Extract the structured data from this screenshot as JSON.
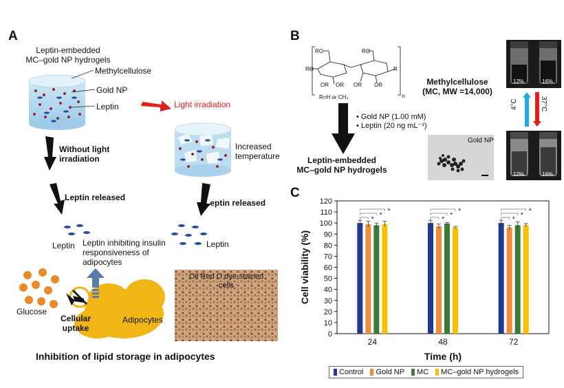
{
  "panelA": {
    "letter": "A",
    "hydrogel_title_1": "Leptin-embedded",
    "hydrogel_title_2": "MC–gold NP hydrogels",
    "label_methylcellulose": "Methylcellulose",
    "label_gold_np": "Gold NP",
    "label_leptin": "Leptin",
    "light_irradiation": "Light irradiation",
    "without_light_1": "Without light",
    "without_light_2": "irradiation",
    "increased_1": "Increased",
    "increased_2": "temperature",
    "leptin_released_left": "Leptin released",
    "leptin_released_right": "Leptin released",
    "leptin_left": "Leptin",
    "leptin_right": "Leptin",
    "inhibit_1": "Leptin inhibiting insulin",
    "inhibit_2": "responsiveness of",
    "inhibit_3": "adipocytes",
    "oil_red_1": "Oil Red O dye-stained",
    "oil_red_2": "cells",
    "glucose": "Glucose",
    "cellular": "Cellular",
    "uptake": "uptake",
    "adipocytes": "Adipocytes",
    "caption": "Inhibition of lipid storage in adipocytes"
  },
  "panelB": {
    "letter": "B",
    "struct_ro1": "RO",
    "struct_ro2": "RO",
    "struct_ro3": "RO",
    "struct_or1": "OR",
    "struct_or2": "OR",
    "struct_or3": "OR",
    "struct_or4": "OR",
    "struct_r": "R",
    "struct_n": "n",
    "struct_rdef": "R=H or CH₃",
    "mc_name": "Methylcellulose",
    "mc_mw": "(MC, MW =14,000)",
    "bullet_gold": "• Gold NP (1.00 mM)",
    "bullet_leptin": "• Leptin (20 ng mL⁻¹)",
    "result_1": "Leptin-embedded",
    "result_2": "MC–gold NP hydrogels",
    "tem_label": "Gold NP",
    "vial_12_top": "12%",
    "vial_16_top": "16%",
    "vial_12_bottom": "12%",
    "vial_16_bottom": "16%",
    "temp_cold": "4°C",
    "temp_warm": "37°C"
  },
  "panelC": {
    "letter": "C"
  },
  "colors": {
    "control": "#1f3b8f",
    "gold_np": "#f08c3c",
    "mc": "#3c7a35",
    "mc_gold": "#f6c000",
    "red": "#e0201a",
    "blue_arrow": "#23a6e6"
  },
  "chart_data": {
    "type": "bar",
    "categories": [
      "24",
      "48",
      "72"
    ],
    "series": [
      {
        "name": "Control",
        "values": [
          100,
          100,
          100
        ],
        "errors": [
          2.5,
          2.5,
          2.5
        ]
      },
      {
        "name": "Gold NP",
        "values": [
          99,
          97,
          96
        ],
        "errors": [
          2.5,
          2,
          2
        ]
      },
      {
        "name": "MC",
        "values": [
          98,
          99.5,
          98
        ],
        "errors": [
          2,
          1,
          3
        ]
      },
      {
        "name": "MC–gold NP hydrogels",
        "values": [
          99,
          96,
          98
        ],
        "errors": [
          2.5,
          1,
          1.5
        ]
      }
    ],
    "significance_marker": "*",
    "xlabel": "Time (h)",
    "ylabel": "Cell viability (%)",
    "ylim": [
      0,
      120
    ],
    "yticks": [
      "0",
      "10",
      "20",
      "30",
      "40",
      "50",
      "60",
      "70",
      "80",
      "90",
      "100",
      "110",
      "120"
    ],
    "legend_position": "bottom"
  }
}
